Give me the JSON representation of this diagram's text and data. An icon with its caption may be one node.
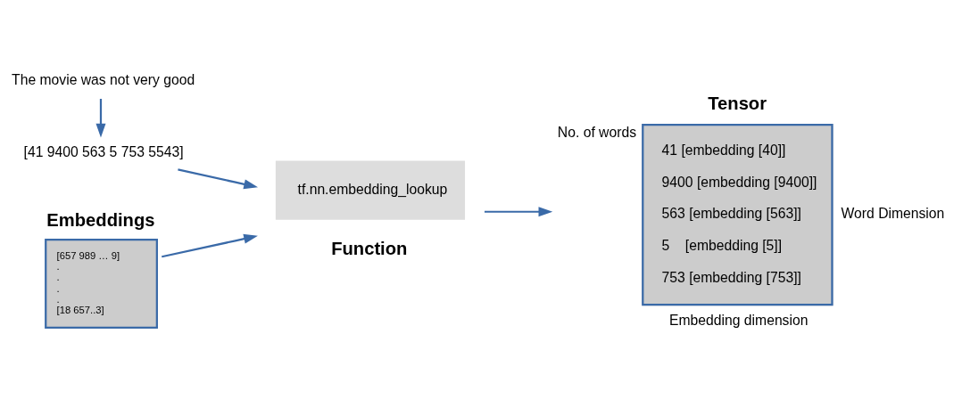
{
  "diagram": {
    "nodes": [
      {
        "text": [
          "The movie was not very good"
        ]
      },
      {
        "text": [
          "[41 9400 563 5 753 5543]"
        ]
      },
      {
        "text": [
          "Embeddings",
          "[657 989 … 9]",
          ".",
          ".",
          ".",
          ".",
          "[18 657..3]"
        ]
      },
      {
        "text": [
          "tf.nn.embedding_lookup",
          "Function"
        ]
      },
      {
        "text": [
          "Tensor",
          "41 [embedding [40]]",
          "9400 [embedding [9400]]",
          "563 [embedding [563]]",
          "5    [embedding [5]]",
          "753 [embedding [753]]"
        ],
        "beside": [
          "No. of words",
          "Word Dimension",
          "Embedding dimension"
        ]
      }
    ],
    "edges": [
      {
        "from": 0,
        "to": 1,
        "arrow": "to"
      },
      {
        "from": 1,
        "to": 3,
        "arrow": "to"
      },
      {
        "from": 2,
        "to": 3,
        "arrow": "to"
      },
      {
        "from": 3,
        "to": 4,
        "arrow": "to"
      }
    ]
  }
}
